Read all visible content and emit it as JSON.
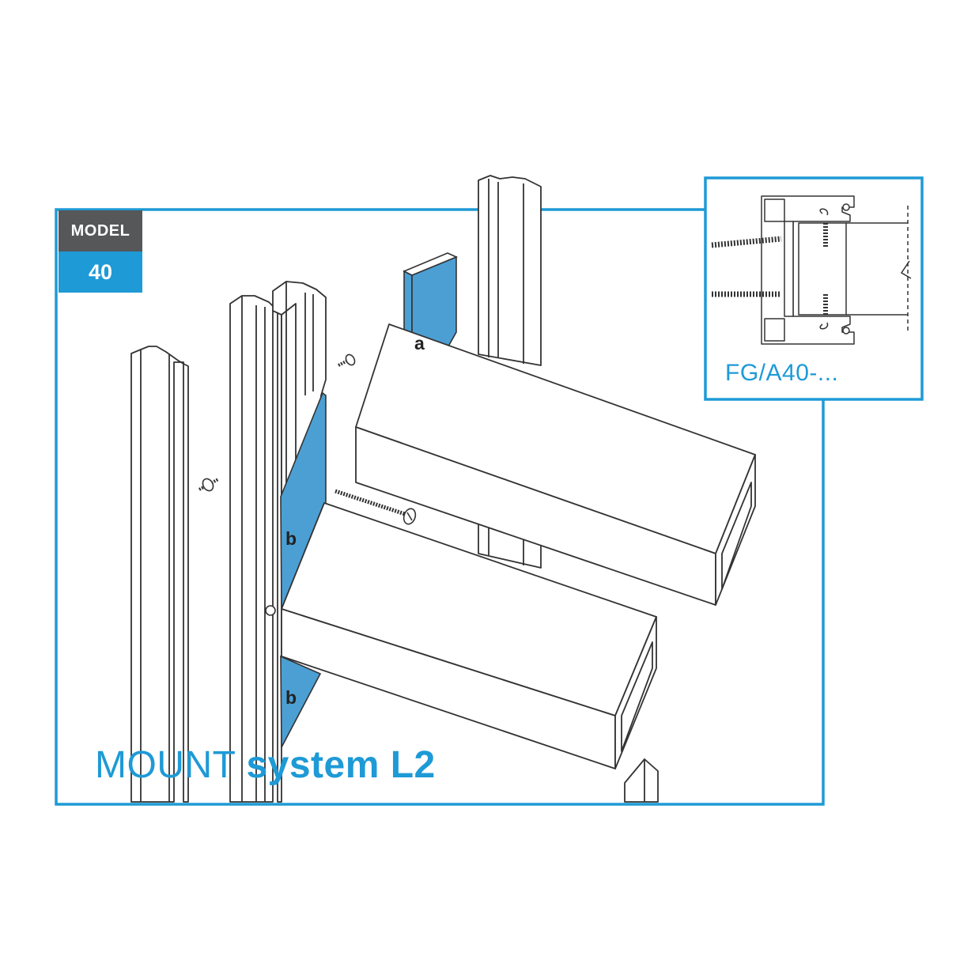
{
  "badge": {
    "model_label": "MODEL",
    "model_number": "40"
  },
  "title": {
    "light": "MOUNT",
    "bold": "system L2"
  },
  "inset": {
    "code": "FG/A40-..."
  },
  "parts": {
    "a": "a",
    "b1": "b",
    "b2": "b"
  },
  "colors": {
    "accent": "#1e9ad6",
    "panel": "#4c9fd3",
    "badge_dark": "#555759",
    "line": "#333333"
  }
}
